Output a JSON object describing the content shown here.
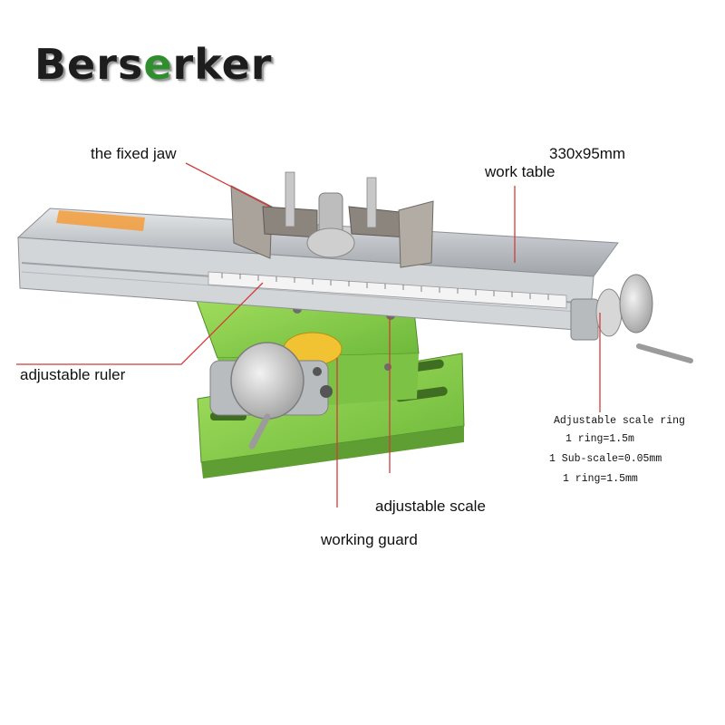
{
  "brand": {
    "prefix": "Bers",
    "e_letter": "e",
    "suffix": "rker",
    "accent_color": "#2f8f2f"
  },
  "labels": {
    "fixed_jaw": "the fixed jaw",
    "dimensions": "330x95mm",
    "work_table": "work table",
    "adjustable_ruler": "adjustable ruler",
    "adjustable_scale": "adjustable scale",
    "working_guard": "working guard"
  },
  "scale_ring_notes": {
    "title": "Adjustable scale ring",
    "line1": "1 ring=1.5m",
    "line2": "1 Sub-scale=0.05mm",
    "line3": "1 ring=1.5mm"
  },
  "colors": {
    "callout_line": "#d23b3b",
    "base_green": "#8fd14f",
    "yellow_knob": "#f1c232",
    "aluminium": "#c9ccd0"
  }
}
